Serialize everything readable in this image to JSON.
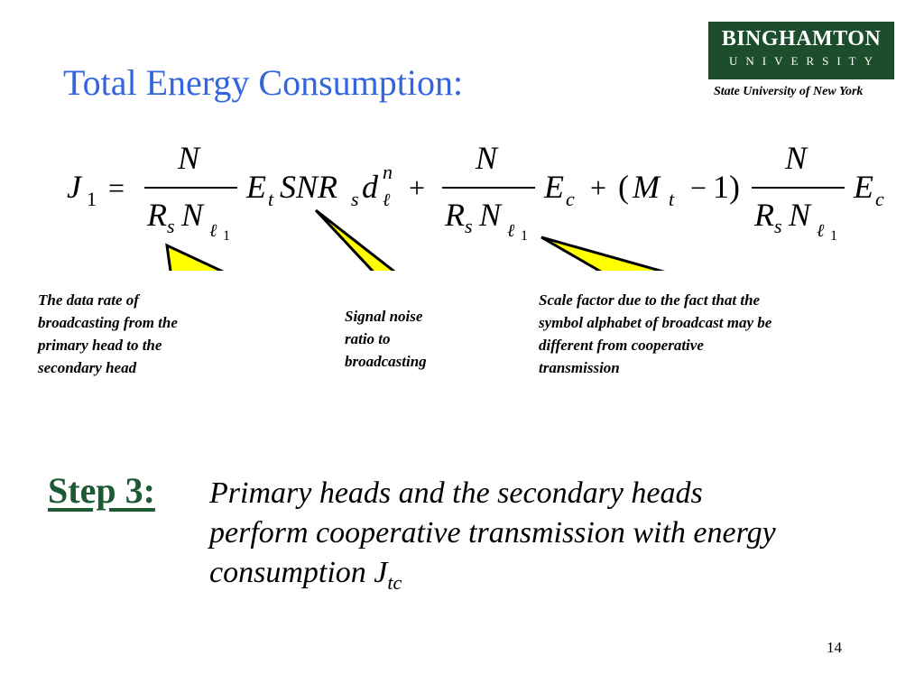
{
  "slide": {
    "title": "Total Energy Consumption:",
    "page_number": "14"
  },
  "logo": {
    "name": "BINGHAMTON",
    "university": "UNIVERSITY",
    "subtitle": "State University of New York"
  },
  "equation": {
    "lhs": "J",
    "lhs_sub": "1",
    "equals": "=",
    "frac_num": "N",
    "frac_den_r": "R",
    "frac_den_s": "s",
    "frac_den_n": "N",
    "frac_den_ell": "ℓ",
    "frac_den_one": "1",
    "term1_E": "E",
    "term1_E_sub": "t",
    "term1_snr": "SNR",
    "term1_snr_sub": "s",
    "term1_d": "d",
    "term1_d_sup": "n",
    "term1_d_sub": "ℓ",
    "plus": "+",
    "term2_E": "E",
    "term2_E_sub": "c",
    "open_paren": "(",
    "M": "M",
    "M_sub": "t",
    "minus": "−",
    "one": "1",
    "close_paren": ")",
    "term3_E": "E",
    "term3_E_sub": "c"
  },
  "callouts": [
    {
      "lines": [
        "The data rate of",
        "broadcasting from the",
        "primary head to the",
        "secondary head"
      ]
    },
    {
      "lines": [
        "Signal noise",
        "ratio to",
        "broadcasting"
      ]
    },
    {
      "lines": [
        "Scale factor due to the fact that the",
        "symbol alphabet of broadcast may be",
        "different from cooperative",
        "transmission"
      ]
    }
  ],
  "step": {
    "label": "Step 3:",
    "text_line1": "Primary heads and the secondary heads",
    "text_line2": "perform cooperative transmission with energy",
    "text_line3_prefix": "consumption ",
    "text_var": "J",
    "text_var_sub": "tc"
  },
  "colors": {
    "title": "#3366dd",
    "step_label": "#1c5a33",
    "logo_bg": "#1c4d2c",
    "callout_fill": "#ffff00"
  }
}
